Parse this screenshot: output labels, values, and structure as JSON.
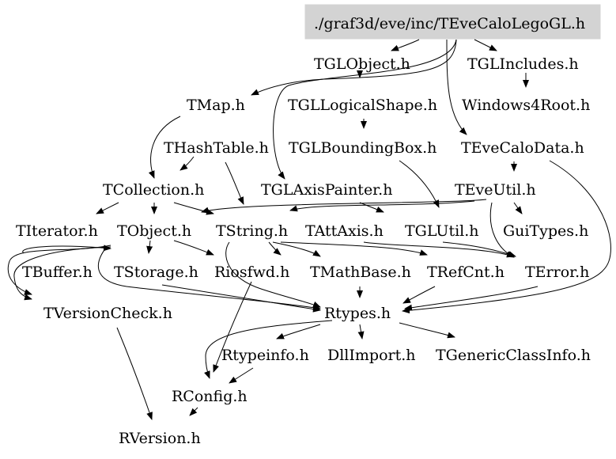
{
  "diagram": {
    "root": "./graf3d/eve/inc/TEveCaloLegoGL.h",
    "root_fill": "#d3d3d3",
    "nodes": [
      {
        "id": "root",
        "label": "./graf3d/eve/inc/TEveCaloLegoGL.h",
        "highlight": true
      },
      {
        "id": "tglobject",
        "label": "TGLObject.h"
      },
      {
        "id": "tglincludes",
        "label": "TGLIncludes.h"
      },
      {
        "id": "tmap",
        "label": "TMap.h"
      },
      {
        "id": "tgllogicalshape",
        "label": "TGLLogicalShape.h"
      },
      {
        "id": "windows4root",
        "label": "Windows4Root.h"
      },
      {
        "id": "thashtable",
        "label": "THashTable.h"
      },
      {
        "id": "tglboundingbox",
        "label": "TGLBoundingBox.h"
      },
      {
        "id": "tevecalodata",
        "label": "TEveCaloData.h"
      },
      {
        "id": "tcollection",
        "label": "TCollection.h"
      },
      {
        "id": "tglaxispainter",
        "label": "TGLAxisPainter.h"
      },
      {
        "id": "teveutil",
        "label": "TEveUtil.h"
      },
      {
        "id": "titerator",
        "label": "TIterator.h"
      },
      {
        "id": "tobject",
        "label": "TObject.h"
      },
      {
        "id": "tstring",
        "label": "TString.h"
      },
      {
        "id": "tattaxis",
        "label": "TAttAxis.h"
      },
      {
        "id": "tglutil",
        "label": "TGLUtil.h"
      },
      {
        "id": "guitypes",
        "label": "GuiTypes.h"
      },
      {
        "id": "tbuffer",
        "label": "TBuffer.h"
      },
      {
        "id": "tstorage",
        "label": "TStorage.h"
      },
      {
        "id": "riosfwd",
        "label": "Riosfwd.h"
      },
      {
        "id": "tmathbase",
        "label": "TMathBase.h"
      },
      {
        "id": "trefcnt",
        "label": "TRefCnt.h"
      },
      {
        "id": "terror",
        "label": "TError.h"
      },
      {
        "id": "tversioncheck",
        "label": "TVersionCheck.h"
      },
      {
        "id": "rtypes",
        "label": "Rtypes.h"
      },
      {
        "id": "rtypeinfo",
        "label": "Rtypeinfo.h"
      },
      {
        "id": "dllimport",
        "label": "DllImport.h"
      },
      {
        "id": "tgenericclassinfo",
        "label": "TGenericClassInfo.h"
      },
      {
        "id": "rconfig",
        "label": "RConfig.h"
      },
      {
        "id": "rversion",
        "label": "RVersion.h"
      }
    ],
    "edges": [
      [
        "root",
        "tglobject"
      ],
      [
        "root",
        "tglincludes"
      ],
      [
        "root",
        "tmap"
      ],
      [
        "root",
        "tglaxispainter"
      ],
      [
        "root",
        "tevecalodata"
      ],
      [
        "tglobject",
        "tgllogicalshape"
      ],
      [
        "tglincludes",
        "windows4root"
      ],
      [
        "tmap",
        "tcollection"
      ],
      [
        "tgllogicalshape",
        "tglboundingbox"
      ],
      [
        "thashtable",
        "tcollection"
      ],
      [
        "thashtable",
        "tstring"
      ],
      [
        "tglboundingbox",
        "tglutil"
      ],
      [
        "tevecalodata",
        "teveutil"
      ],
      [
        "tevecalodata",
        "rtypes"
      ],
      [
        "tcollection",
        "titerator"
      ],
      [
        "tcollection",
        "tobject"
      ],
      [
        "tcollection",
        "tstring"
      ],
      [
        "tglaxispainter",
        "tattaxis"
      ],
      [
        "teveutil",
        "tstring"
      ],
      [
        "teveutil",
        "guitypes"
      ],
      [
        "teveutil",
        "terror"
      ],
      [
        "teveutil",
        "tglutil"
      ],
      [
        "tobject",
        "tstorage"
      ],
      [
        "tobject",
        "riosfwd"
      ],
      [
        "tobject",
        "tversioncheck"
      ],
      [
        "tobject",
        "rtypes"
      ],
      [
        "tobject",
        "tbuffer"
      ],
      [
        "tstring",
        "tmathbase"
      ],
      [
        "tstring",
        "trefcnt"
      ],
      [
        "tstring",
        "riosfwd"
      ],
      [
        "tattaxis",
        "rtypes"
      ],
      [
        "tglutil",
        "terror"
      ],
      [
        "trefcnt",
        "rtypes"
      ],
      [
        "terror",
        "rtypes"
      ],
      [
        "tstorage",
        "rtypes"
      ],
      [
        "tversioncheck",
        "rversion"
      ],
      [
        "rtypes",
        "rtypeinfo"
      ],
      [
        "rtypes",
        "dllimport"
      ],
      [
        "rtypes",
        "tgenericclassinfo"
      ],
      [
        "rtypes",
        "rconfig"
      ],
      [
        "riosfwd",
        "rconfig"
      ],
      [
        "rconfig",
        "rversion"
      ]
    ]
  }
}
